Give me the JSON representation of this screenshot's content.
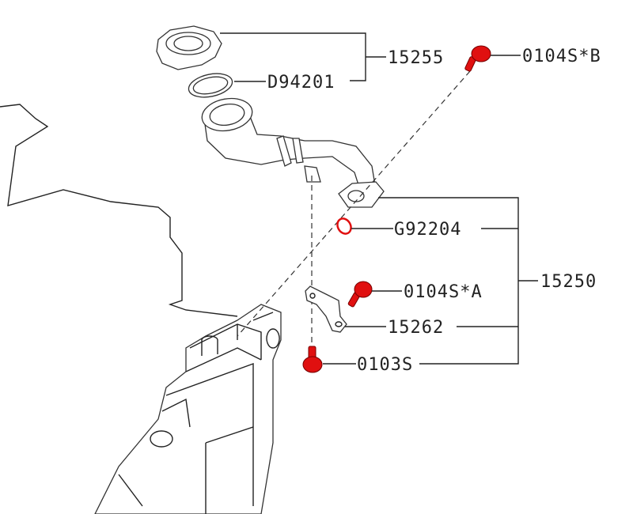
{
  "diagram": {
    "callouts": [
      {
        "id": "cap_assembly",
        "label": "15255"
      },
      {
        "id": "cap_gasket",
        "label": "D94201"
      },
      {
        "id": "bolt_b",
        "label": "0104S*B"
      },
      {
        "id": "o_ring",
        "label": "G92204"
      },
      {
        "id": "filler_pipe_assembly",
        "label": "15250"
      },
      {
        "id": "bolt_a",
        "label": "0104S*A"
      },
      {
        "id": "bracket",
        "label": "15262"
      },
      {
        "id": "bolt",
        "label": "0103S"
      }
    ],
    "colors": {
      "highlight": "#e01010",
      "line": "#222222"
    }
  }
}
